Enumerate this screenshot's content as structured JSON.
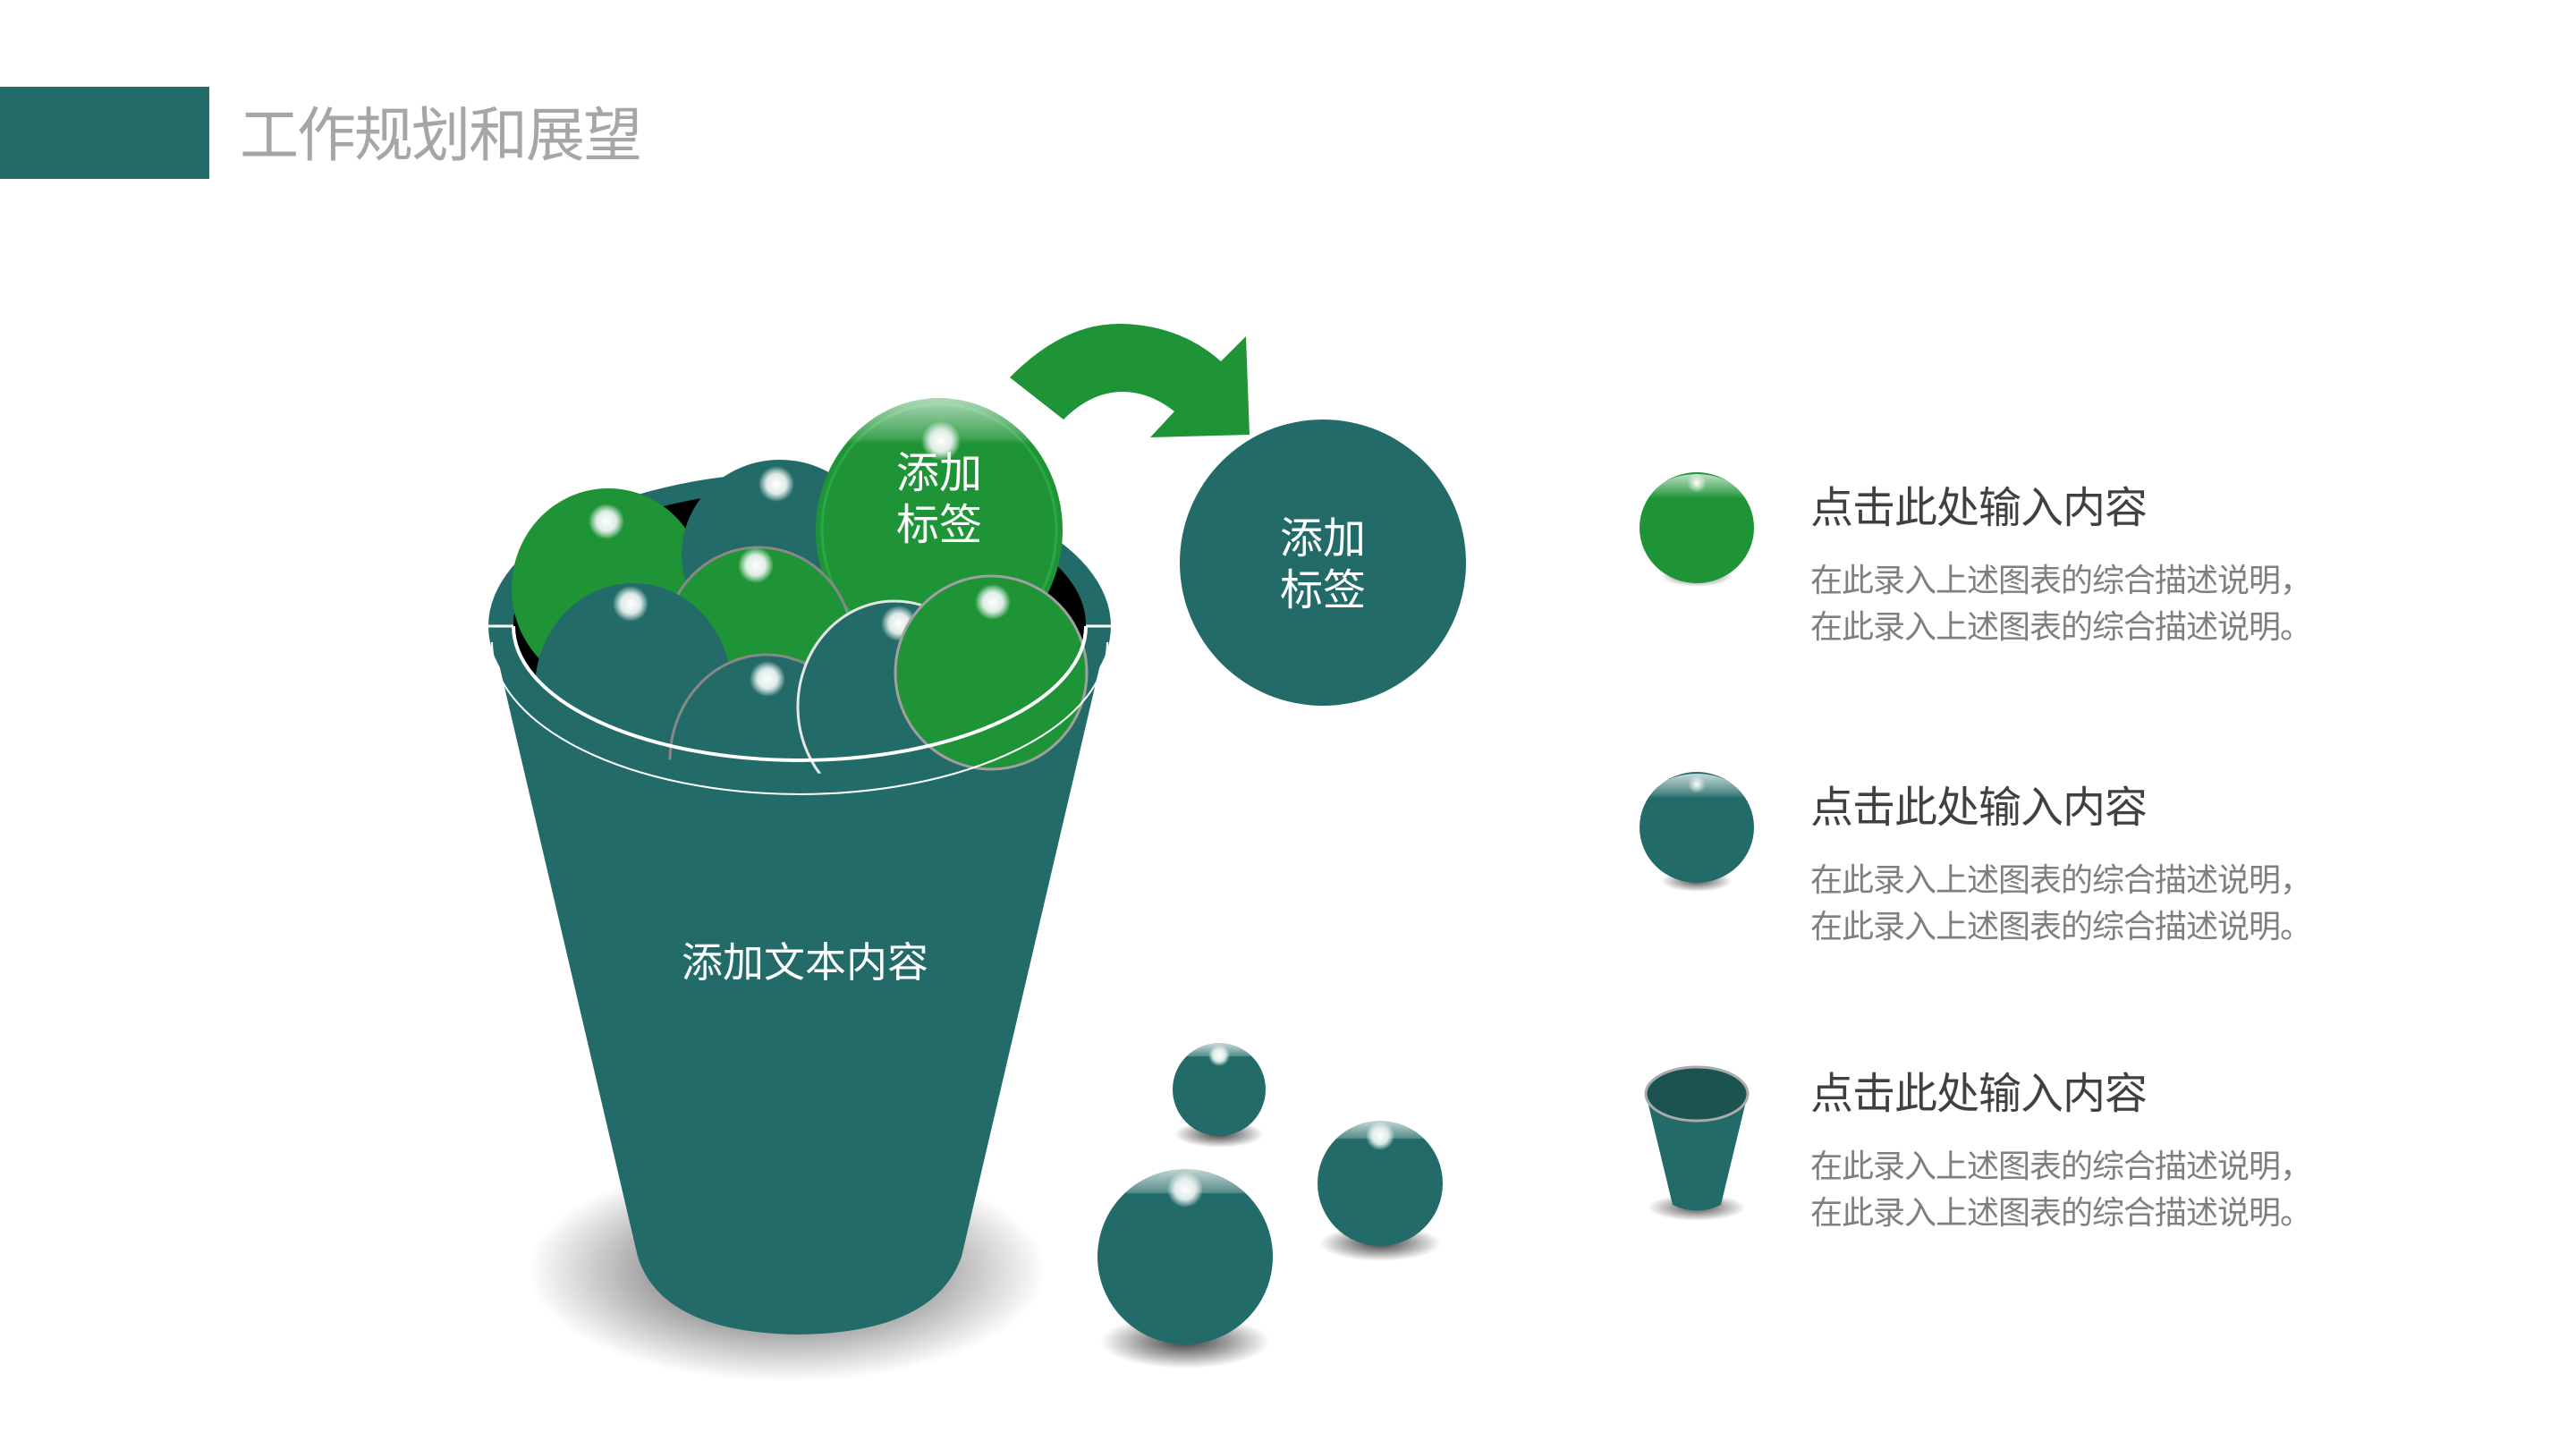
{
  "header": {
    "title": "工作规划和展望",
    "accent_color": "#226b68"
  },
  "colors": {
    "teal": "#226b68",
    "green": "#1e9436",
    "dark_teal": "#1a5350",
    "title_gray": "#a6a6a6",
    "heading_gray": "#404040",
    "body_gray": "#7f7f7f"
  },
  "diagram": {
    "bucket_label": "添加文本内容",
    "inner_tag": {
      "line1": "添加",
      "line2": "标签"
    },
    "outer_tag": {
      "line1": "添加",
      "line2": "标签"
    },
    "arrow_icon": "curved-arrow-right"
  },
  "legend": {
    "items": [
      {
        "icon": "green-ball-icon",
        "title": "点击此处输入内容",
        "desc_line1": "在此录入上述图表的综合描述说明，",
        "desc_line2": "在此录入上述图表的综合描述说明。"
      },
      {
        "icon": "teal-ball-icon",
        "title": "点击此处输入内容",
        "desc_line1": "在此录入上述图表的综合描述说明，",
        "desc_line2": "在此录入上述图表的综合描述说明。"
      },
      {
        "icon": "cup-icon",
        "title": "点击此处输入内容",
        "desc_line1": "在此录入上述图表的综合描述说明，",
        "desc_line2": "在此录入上述图表的综合描述说明。"
      }
    ]
  }
}
